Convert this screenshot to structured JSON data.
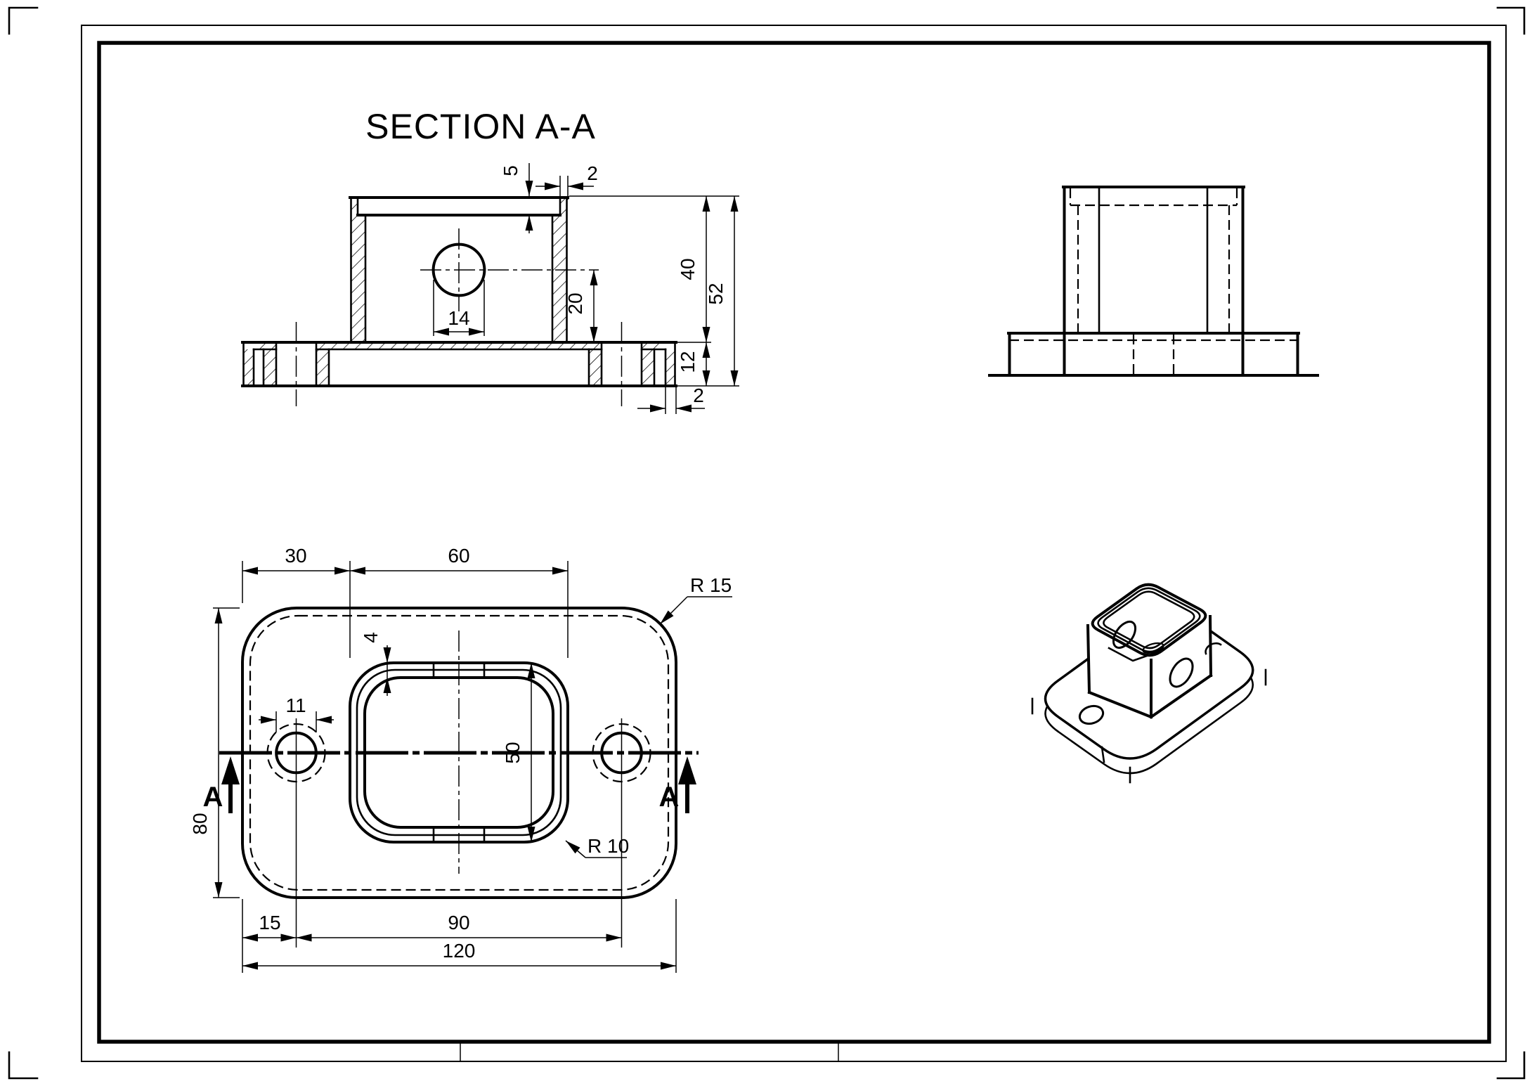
{
  "title": "SECTION A-A",
  "section_view": {
    "lip_thickness": "5",
    "top_wall": "2",
    "hole_diameter": "14",
    "hole_center_height": "20",
    "boss_height": "40",
    "overall_height": "52",
    "flange_thickness": "12",
    "bottom_wall": "2"
  },
  "plan_view": {
    "boss_offset": "30",
    "boss_width": "60",
    "top_wall": "4",
    "bolt_hole_diameter": "11",
    "boss_depth": "50",
    "flange_depth": "80",
    "hole_edge_offset": "15",
    "hole_spacing": "90",
    "flange_width": "120",
    "corner_radius": "R 15",
    "fillet_radius": "R 10",
    "cut_label": "A"
  }
}
